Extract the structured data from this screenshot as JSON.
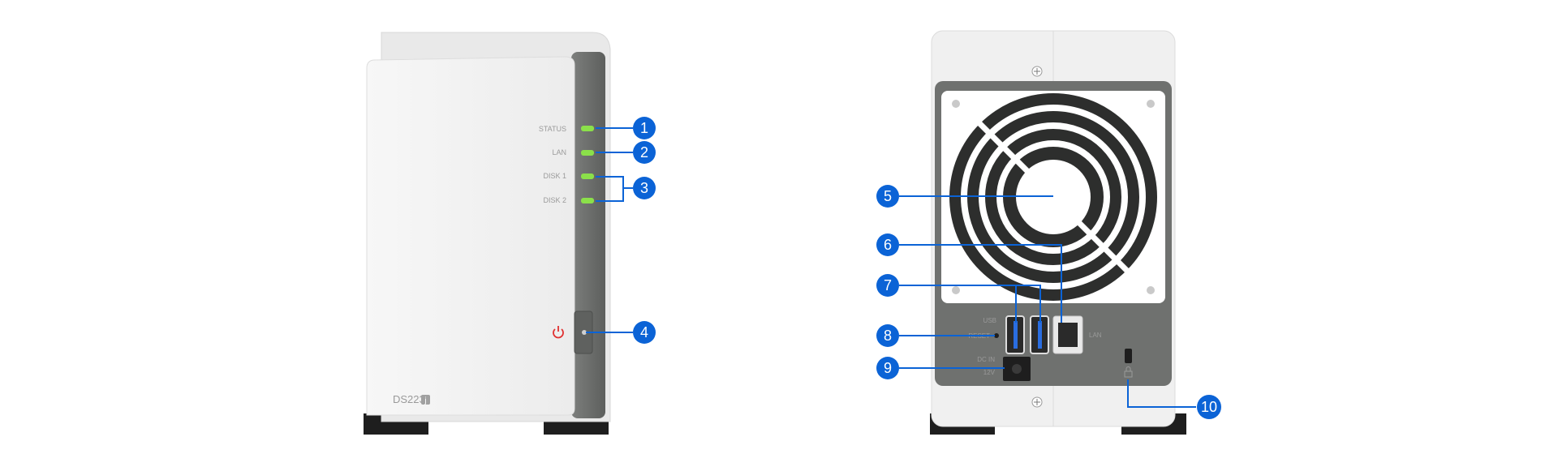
{
  "front": {
    "leds": [
      {
        "label": "STATUS"
      },
      {
        "label": "LAN"
      },
      {
        "label": "DISK 1"
      },
      {
        "label": "DISK 2"
      }
    ],
    "model": "DS223",
    "model_badge": "j"
  },
  "back": {
    "port_labels": {
      "usb": "USB",
      "reset": "RESET",
      "lan": "LAN",
      "dc_in": "DC IN",
      "dc_spec": "12V"
    }
  },
  "callouts": [
    "1",
    "2",
    "3",
    "4",
    "5",
    "6",
    "7",
    "8",
    "9",
    "10"
  ],
  "colors": {
    "callout": "#0b63d6",
    "led": "#8be04a",
    "power_icon": "#e03030",
    "body": "#f2f2f2",
    "panel": "#6f716f",
    "foot": "#1e1e1e"
  }
}
